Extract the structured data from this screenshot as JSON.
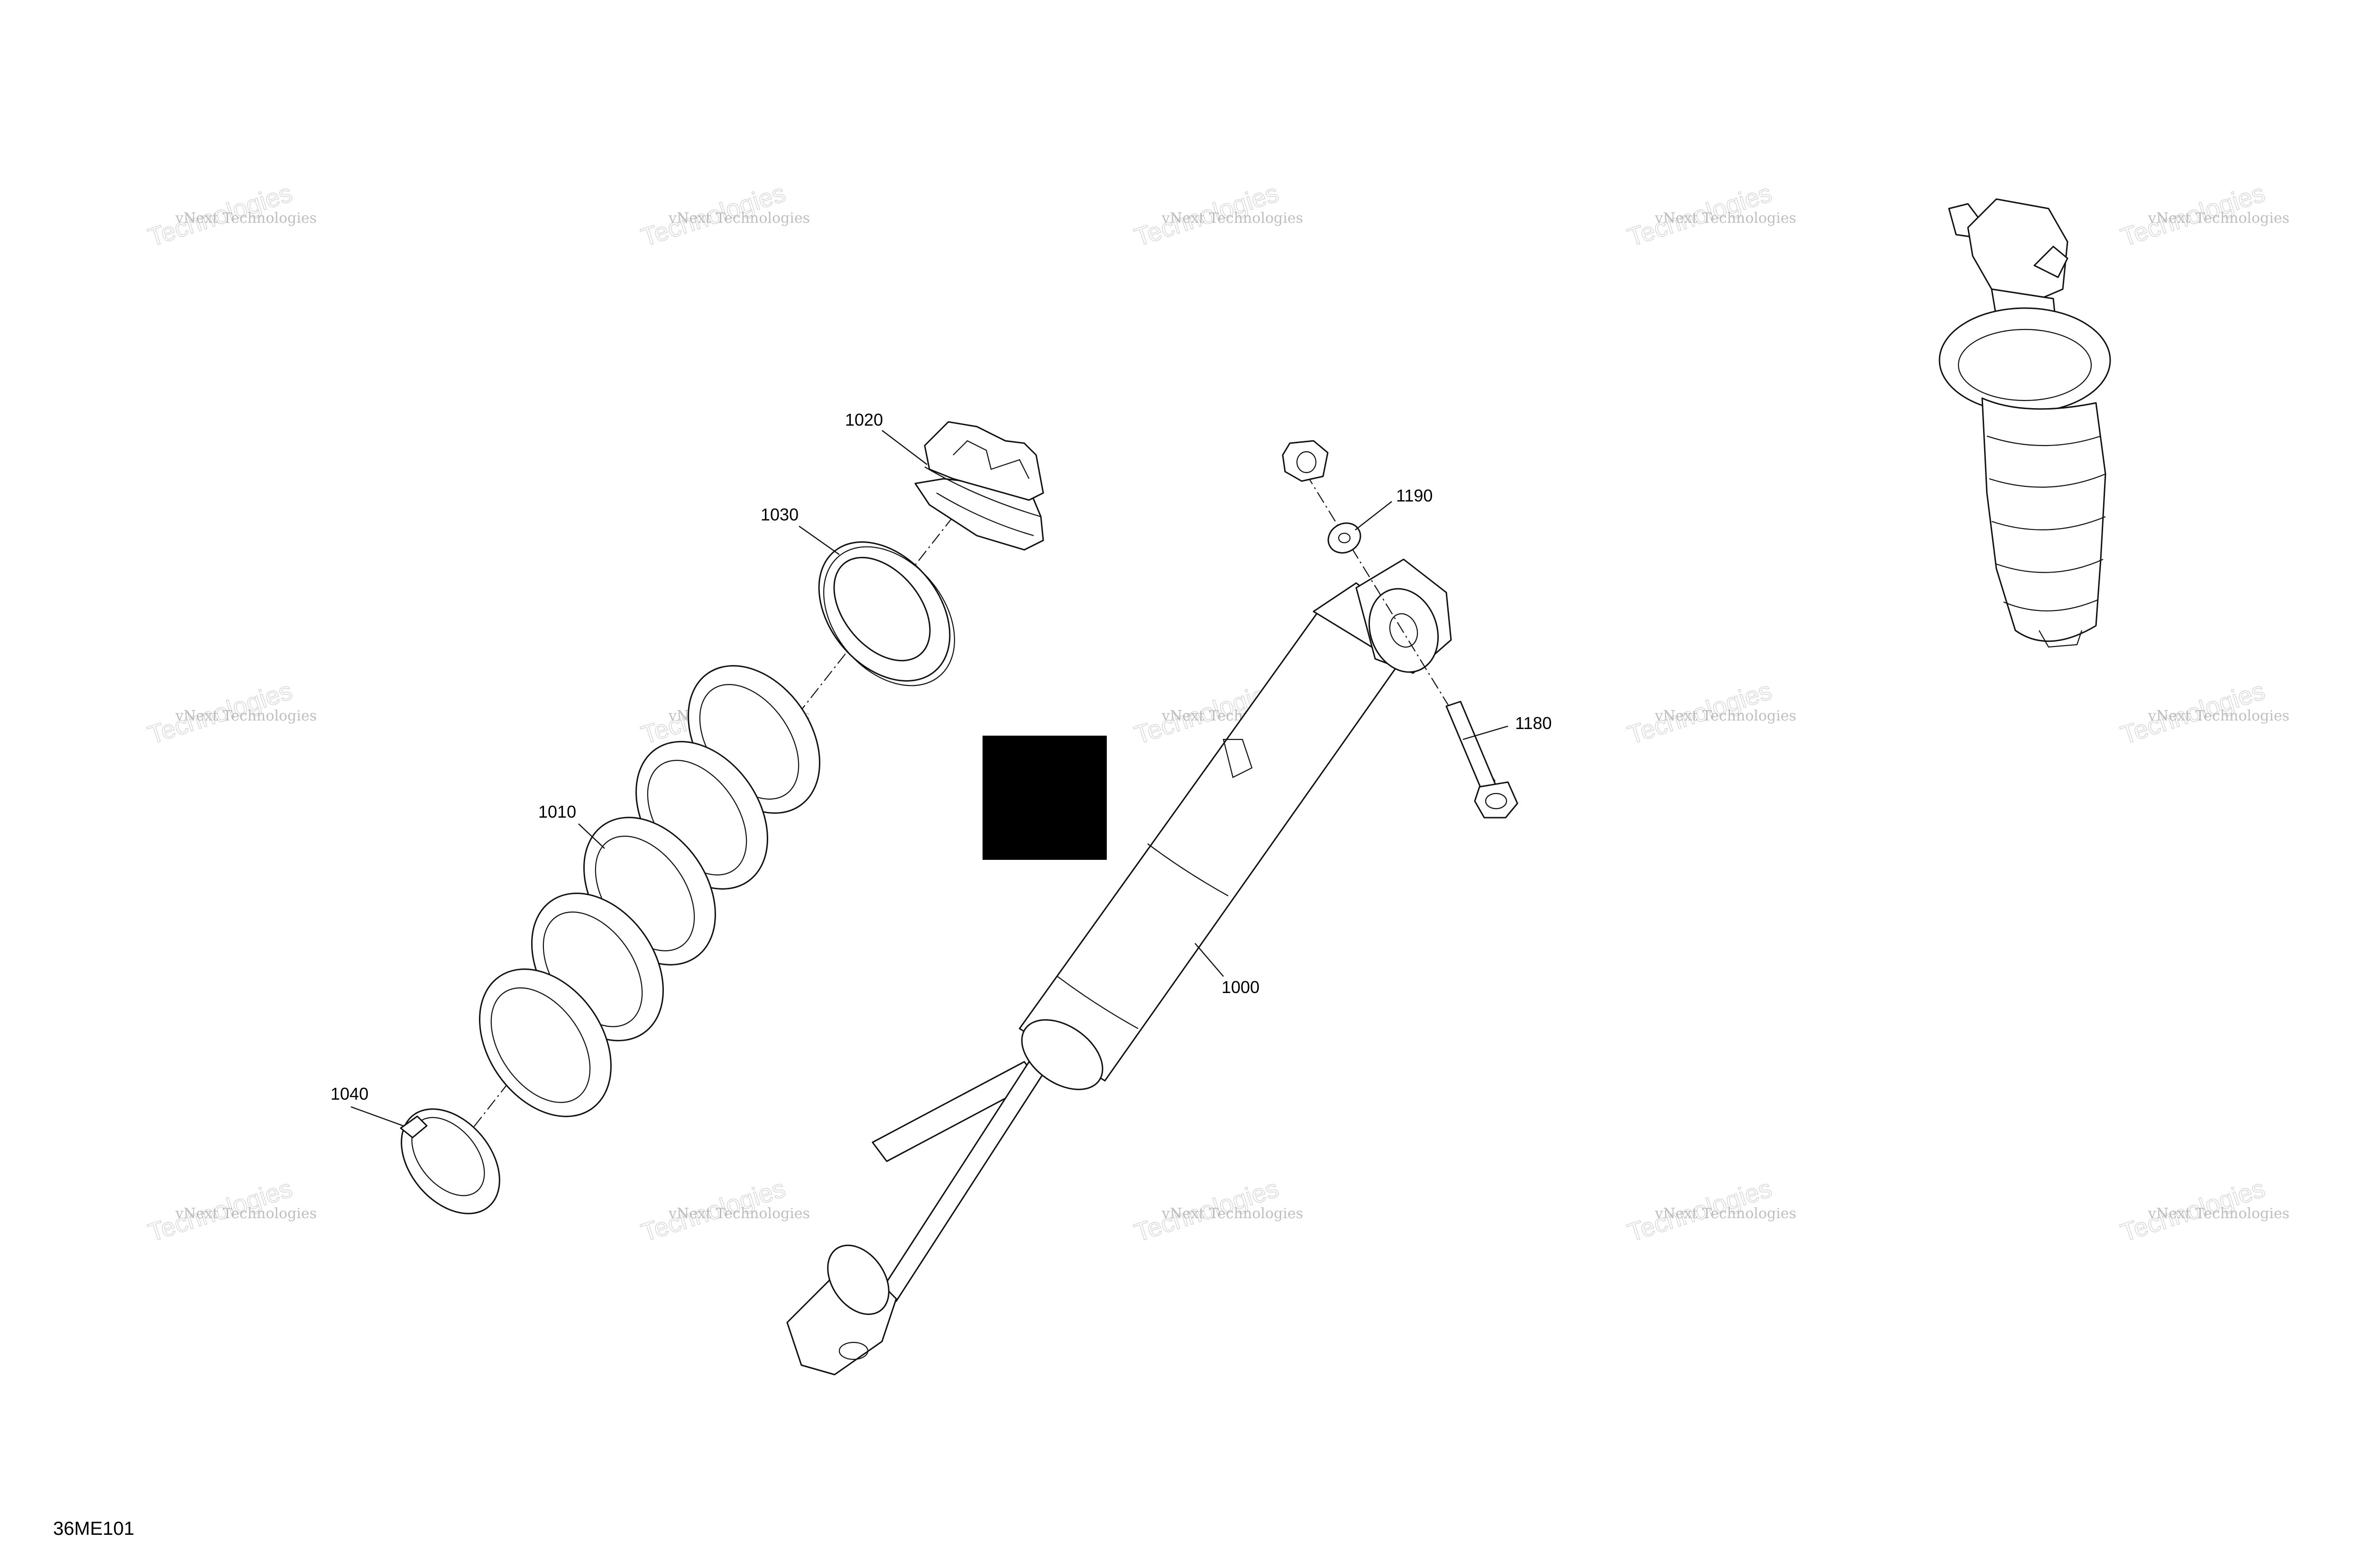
{
  "diagram": {
    "reference_code": "36ME101",
    "watermark": {
      "line1": "vNext Technologies",
      "line2": "Technologies"
    },
    "callouts": {
      "c1020": "1020",
      "c1030": "1030",
      "c1010": "1010",
      "c1040": "1040",
      "c1190": "1190",
      "c1180": "1180",
      "c1000": "1000"
    },
    "colors": {
      "line": "#111111",
      "watermark": "#8a8a8a",
      "redaction": "#000000"
    }
  }
}
